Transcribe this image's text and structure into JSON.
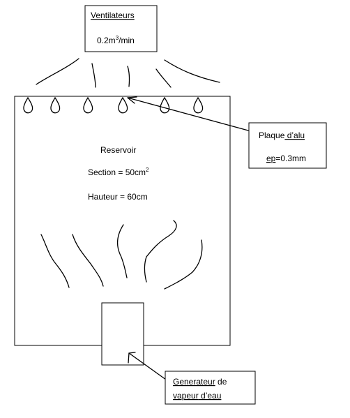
{
  "fan": {
    "title": "Ventilateurs",
    "flow_prefix": "0.2m",
    "flow_exp": "3",
    "flow_suffix": "/min"
  },
  "tank": {
    "name": "Reservoir",
    "section_prefix": "Section = 50cm",
    "section_exp": "2",
    "height": "Hauteur = 60cm"
  },
  "plate": {
    "title_word": "Plaque",
    "title_rest": " d’alu",
    "thickness_word": "ep",
    "thickness_rest": "=0.3mm"
  },
  "generator": {
    "line1_word": "Generateur",
    "line1_rest": " de",
    "line2_word": "vapeur",
    "line2_rest": " d’eau"
  },
  "drops_count_on_plate": 6
}
